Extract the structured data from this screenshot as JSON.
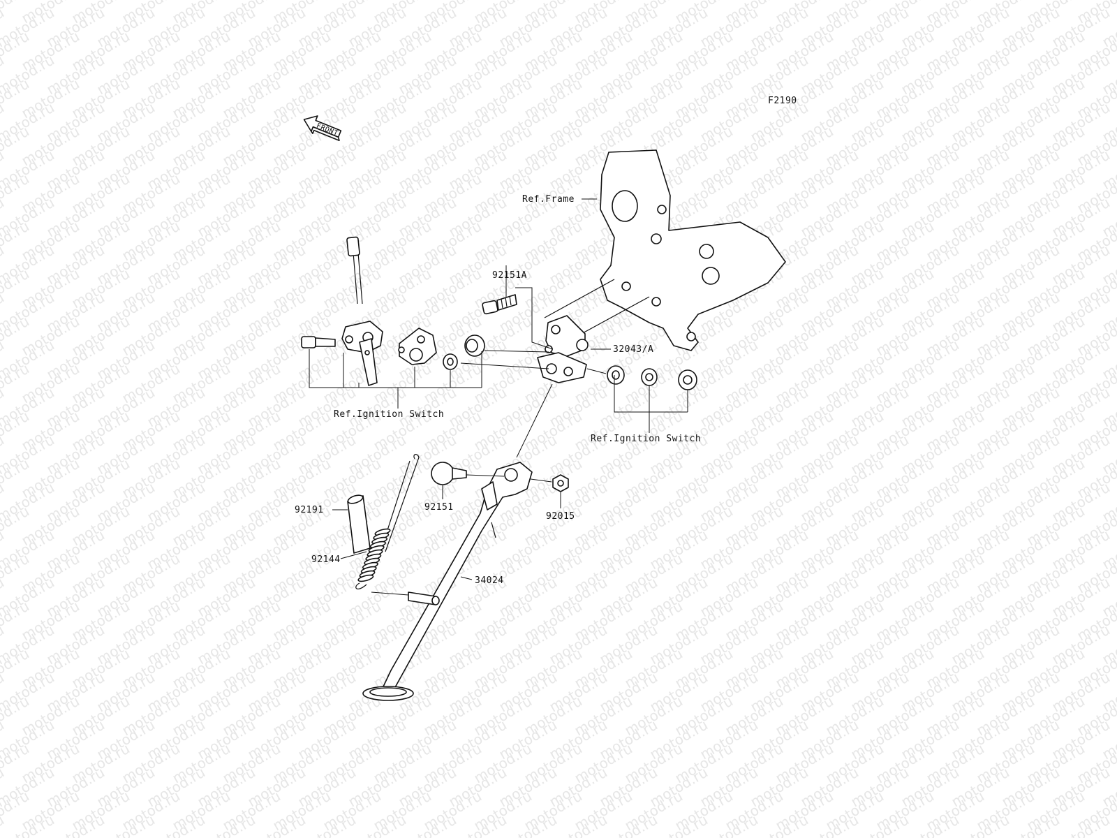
{
  "watermark": "motod.ru",
  "figure_code": "F2190",
  "front_arrow_label": "FRONT",
  "labels": {
    "ref_frame": "Ref.Frame",
    "bolt_92151A": "92151A",
    "bracket_32043A": "32043/A",
    "ref_ignition_left": "Ref.Ignition Switch",
    "ref_ignition_right": "Ref.Ignition Switch",
    "collar_92191": "92191",
    "spring_92144": "92144",
    "bolt_92151": "92151",
    "nut_92015": "92015",
    "stand_34024": "34024"
  }
}
